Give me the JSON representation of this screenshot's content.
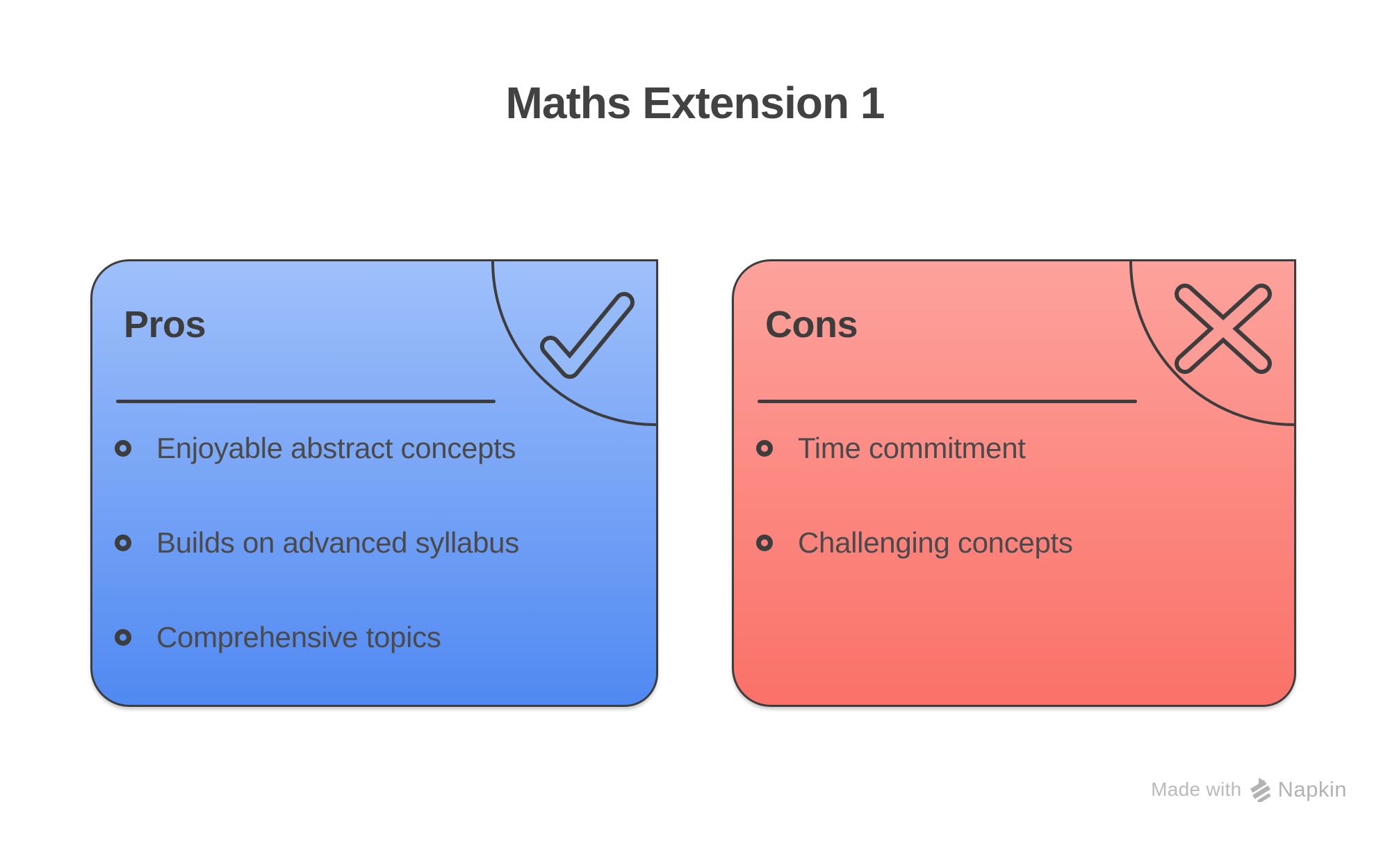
{
  "title": "Maths Extension 1",
  "cards": [
    {
      "heading": "Pros",
      "icon": "check-icon",
      "items": [
        "Enjoyable abstract concepts",
        "Builds on advanced syllabus",
        "Comprehensive topics"
      ]
    },
    {
      "heading": "Cons",
      "icon": "x-icon",
      "items": [
        "Time commitment",
        "Challenging concepts"
      ]
    }
  ],
  "watermark": {
    "prefix": "Made with",
    "brand": "Napkin"
  },
  "colors": {
    "background": "#ffffff",
    "stroke": "#3d3d3d",
    "title_text": "#424242",
    "item_text": "#4a4a4a",
    "blue_top": "#9fc0fa",
    "blue_bottom": "#5089f2",
    "red_top": "#fda29c",
    "red_bottom": "#fa7168",
    "check_inner": "#94baf8",
    "x_inner": "#fc9c96",
    "watermark_text": "#bababa",
    "watermark_brand": "#b3b3b3"
  }
}
